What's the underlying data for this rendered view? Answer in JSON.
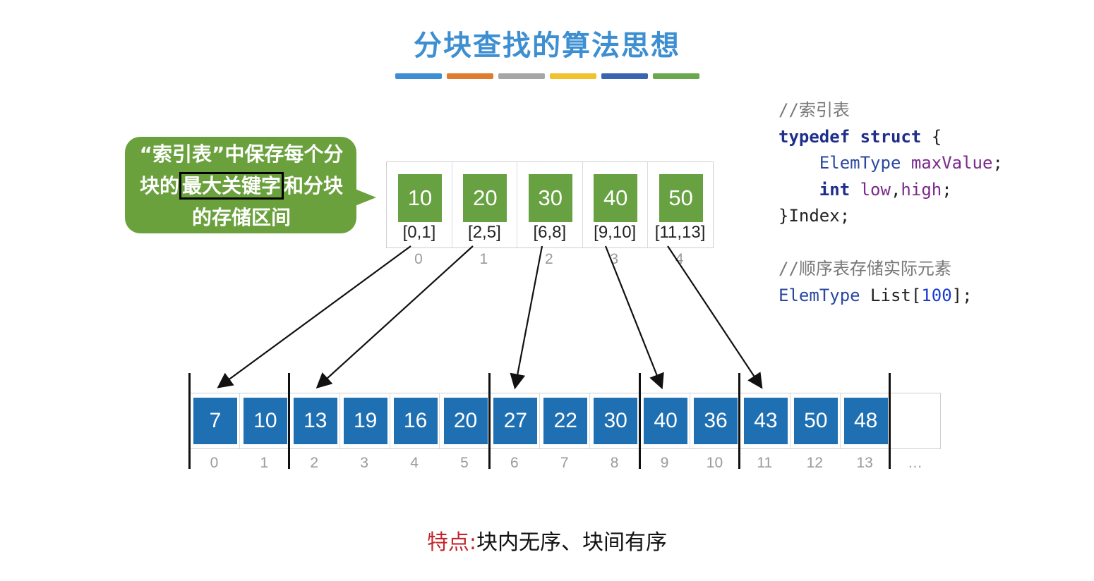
{
  "title": "分块查找的算法思想",
  "stripe_colors": [
    "#3d8fd1",
    "#e07a2f",
    "#a6a6a6",
    "#f2c12e",
    "#3a64b0",
    "#6aa84f"
  ],
  "callout": {
    "before": "“索引表”中保存每个分块的",
    "highlight": "最大关键字",
    "after": "和分块的存储区间"
  },
  "index_table": {
    "entries": [
      {
        "max": "10",
        "range": "[0,1]",
        "index": "0"
      },
      {
        "max": "20",
        "range": "[2,5]",
        "index": "1"
      },
      {
        "max": "30",
        "range": "[6,8]",
        "index": "2"
      },
      {
        "max": "40",
        "range": "[9,10]",
        "index": "3"
      },
      {
        "max": "50",
        "range": "[11,13]",
        "index": "4"
      }
    ]
  },
  "list": {
    "values": [
      "7",
      "10",
      "13",
      "19",
      "16",
      "20",
      "27",
      "22",
      "30",
      "40",
      "36",
      "43",
      "50",
      "48"
    ],
    "indices": [
      "0",
      "1",
      "2",
      "3",
      "4",
      "5",
      "6",
      "7",
      "8",
      "9",
      "10",
      "11",
      "12",
      "13"
    ],
    "ellipsis": "…"
  },
  "code": {
    "comment1": "//索引表",
    "kw_typedef": "typedef",
    "kw_struct": "struct",
    "brace_open": " {",
    "type1": "ElemType",
    "field1": "maxValue",
    "semi": ";",
    "kw_int": "int",
    "field2": "low",
    "comma": ",",
    "field3": "high",
    "close": "}Index;",
    "comment2": "//顺序表存储实际元素",
    "type2": "ElemType",
    "list_name": "List",
    "bracket_open": "[",
    "list_size": "100",
    "bracket_close": "];"
  },
  "feature": {
    "label": "特点:",
    "text": "块内无序、块间有序"
  }
}
